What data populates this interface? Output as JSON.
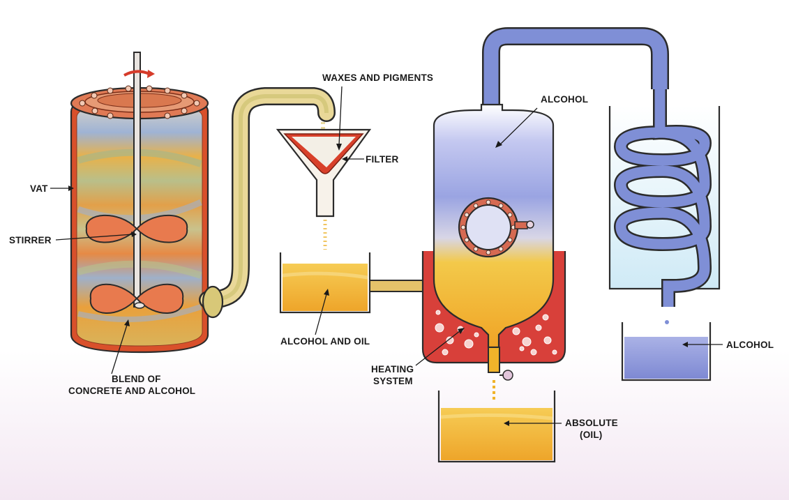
{
  "colors": {
    "oil": "#f2b531",
    "alcohol": "#8b96d8",
    "vat_wall": "#d9502b",
    "heat": "#d8403a",
    "pipe": "#e9d898",
    "condenser_tube": "#7f8fd6",
    "condenser_tank": "#dff2fb",
    "background_bottom": "#f4eaf4"
  },
  "labels": {
    "vat": "VAT",
    "stirrer": "STIRRER",
    "blend_line1": "BLEND OF",
    "blend_line2": "CONCRETE AND ALCOHOL",
    "waxes": "WAXES AND PIGMENTS",
    "filter": "FILTER",
    "alcohol_oil": "ALCOHOL AND OIL",
    "alcohol_vapor": "ALCOHOL",
    "heating_line1": "HEATING",
    "heating_line2": "SYSTEM",
    "alcohol_collected": "ALCOHOL",
    "absolute_line1": "ABSOLUTE",
    "absolute_line2": "(OIL)"
  }
}
